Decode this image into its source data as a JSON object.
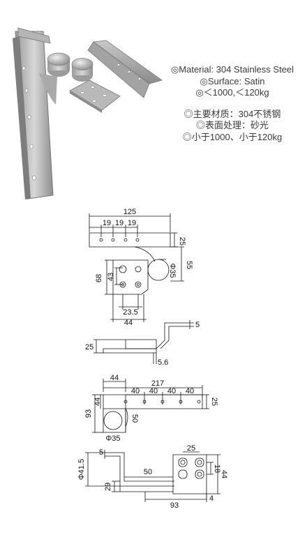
{
  "specs": {
    "en": [
      "◎Material: 304 Stainless Steel",
      "◎Surface: Satin",
      "◎＜1000,＜120kg"
    ],
    "zh": [
      "◎主要材质：304不锈钢",
      "◎表面处理：砂光",
      "◎小于1000、小于120kg"
    ]
  },
  "view1": {
    "total": "125",
    "pitch_a": "19",
    "pitch_b": "19",
    "pitch_c": "19",
    "strip_height": "25",
    "height_right": "55",
    "pivot_dia": "Φ35",
    "plate_height": "68",
    "hole_vertical": "43",
    "hole_horizontal": "23.5",
    "plate_width": "44"
  },
  "view2": {
    "top_thickness": "5",
    "left_height": "25",
    "bottom_thickness": "5.6"
  },
  "view3": {
    "total": "217",
    "left_section": "44",
    "pitch_a": "40",
    "pitch_b": "40",
    "pitch_c": "40",
    "pitch_d": "40",
    "height_right": "25",
    "plate_height": "93",
    "plate_inner": "44",
    "offset": "50",
    "pivot_dia": "Φ35"
  },
  "view4": {
    "top_thickness": "5",
    "pivot_dia": "Φ41.5",
    "hole_pitch": "25",
    "span": "50",
    "hole_offset": "18",
    "plate_height": "44",
    "bottom_height": "29",
    "total": "93",
    "bottom_thickness": "4"
  }
}
